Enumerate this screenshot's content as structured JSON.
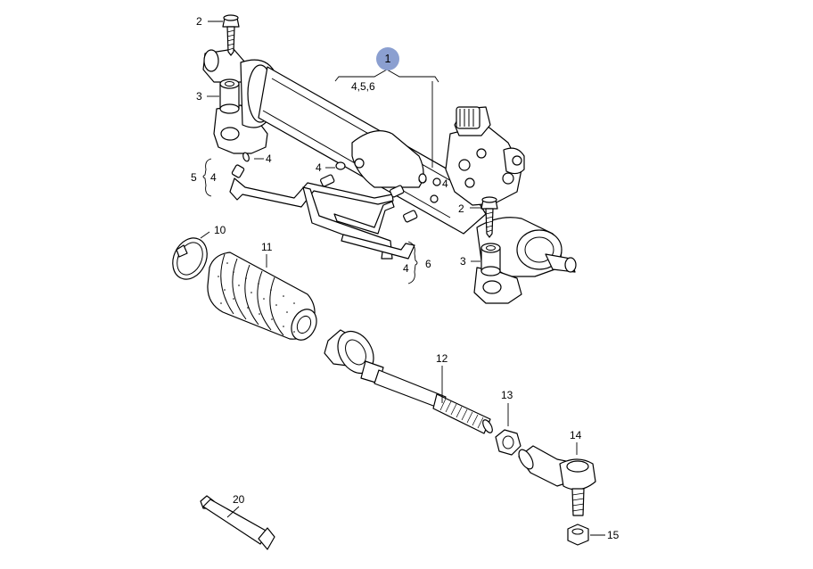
{
  "callouts": {
    "p1": "1",
    "p1_sub": "4,5,6",
    "p2_top": "2",
    "p2_mid": "2",
    "p3_top": "3",
    "p3_bottom": "3",
    "p4_a": "4",
    "p4_b": "4",
    "p4_c": "4",
    "p4_d": "4",
    "p4_e": "4",
    "p5": "5",
    "p6": "6",
    "p10": "10",
    "p11": "11",
    "p12": "12",
    "p13": "13",
    "p14": "14",
    "p15": "15",
    "p20": "20"
  },
  "colors": {
    "highlight_circle": "#8b9fd0",
    "line": "#000000",
    "background": "#ffffff"
  }
}
